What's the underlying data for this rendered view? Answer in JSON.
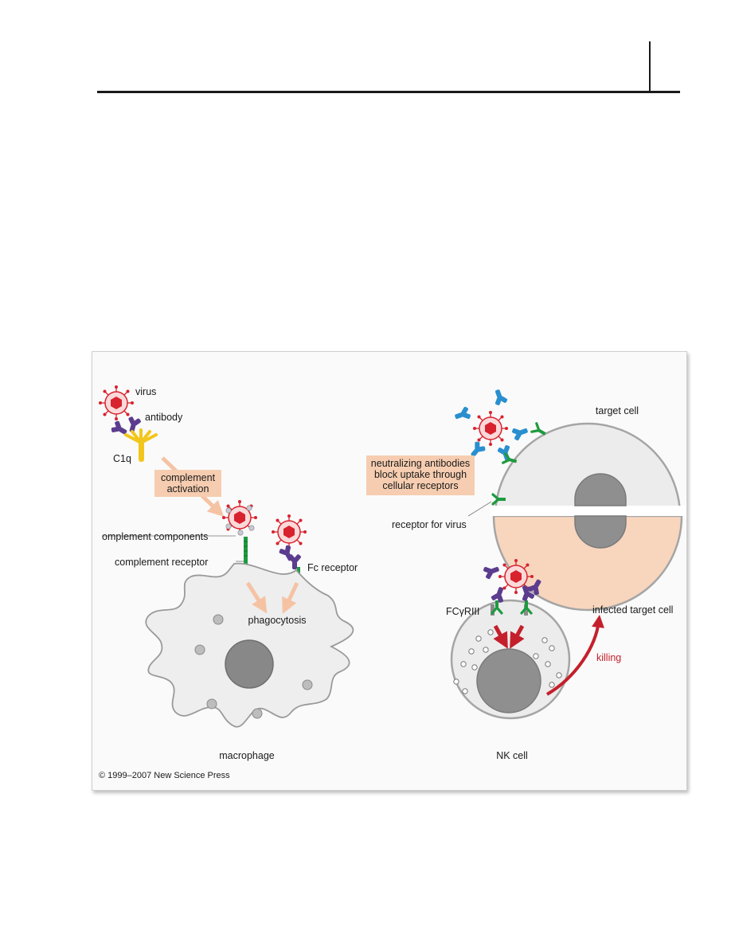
{
  "labels": {
    "virus": "virus",
    "antibody": "antibody",
    "c1q": "C1q",
    "complement_activation": [
      "complement",
      "activation"
    ],
    "complement_components": "omplement components",
    "complement_receptor": "complement receptor",
    "fc_receptor": "Fc receptor",
    "phagocytosis": "phagocytosis",
    "macrophage": "macrophage",
    "target_cell": "target cell",
    "neutralizing": [
      "neutralizing antibodies",
      "block uptake through",
      "cellular receptors"
    ],
    "receptor_for_virus": "receptor for virus",
    "fc_gamma_riii": "FCγRIII",
    "infected_target_cell": "infected target cell",
    "killing": "killing",
    "nk_cell": "NK cell",
    "copyright": "© 1999–2007 New Science Press"
  },
  "colors": {
    "virus": "#d8222e",
    "antibody": "#5b3c8e",
    "neutralizing_antibody": "#2a8fcf",
    "c1q": "#f2c61b",
    "receptor": "#1e9a3f",
    "annotation_box": "#f6cdb0",
    "infected_cell": "#f8d5bd",
    "kill_arrow": "#c4202c"
  }
}
